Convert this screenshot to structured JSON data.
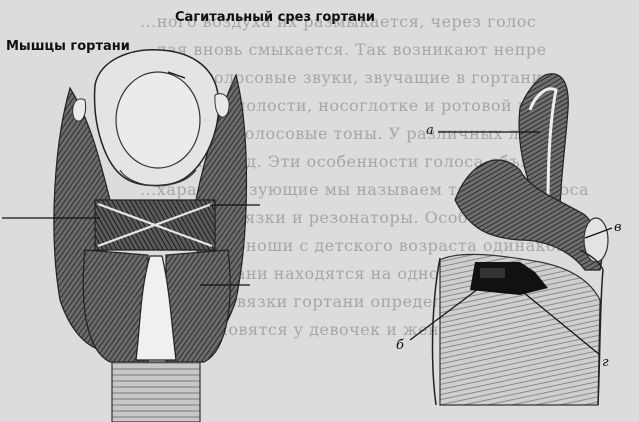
{
  "title": "Сагитальный срез гортани",
  "subtitle": "Мышцы гортани",
  "labels": {
    "a": "а",
    "b": "в",
    "c": "г",
    "d": "б"
  },
  "background_text_lines": [
    "...ного воздуха их размыкается, через голос",
    "...дая вновь смыкается. Так возникают непре",
    "...евые голосовые звуки, звучащие в гортани",
    "...пецевой полости, носоглотке и ротовой полос",
    "...тоновые голосовые тоны. У различных людей",
    "...чный и т. д. Эти особенности голоса объясн",
    "...характеризующие мы называем тембром голоса",
    "",
    "...оловые связки и резонаторы. Особенности с",
    "...вочки и юноши с детского возраста одинаков",
    "...ены гортани находятся на одном уровне. К",
    "...сочные связки гортани определяются у юношей",
    "...ке, становятся у девочек и женщин короче"
  ]
}
